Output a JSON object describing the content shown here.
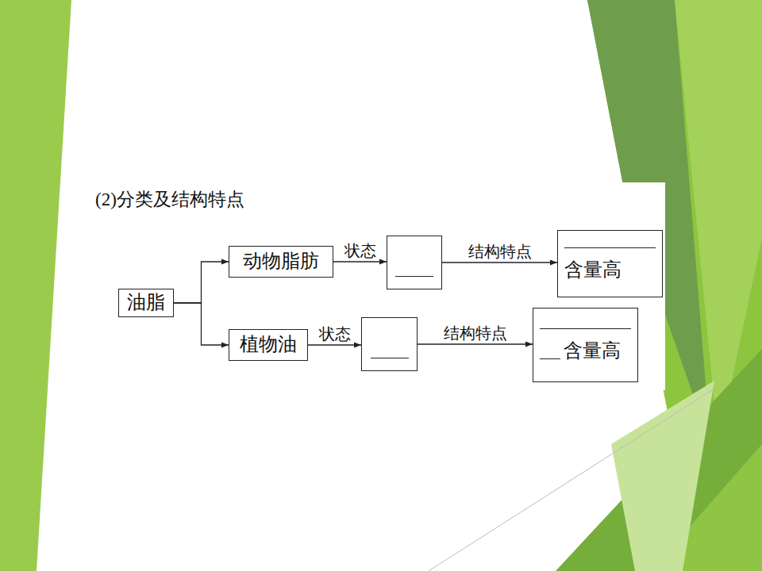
{
  "diagram": {
    "title": "(2)分类及结构特点",
    "nodes": [
      {
        "text": [
          "油脂"
        ]
      },
      {
        "text": [
          "动物脂肪"
        ]
      },
      {
        "text": []
      },
      {
        "text": [
          "含量高"
        ]
      },
      {
        "text": [
          "植物油"
        ]
      },
      {
        "text": []
      },
      {
        "text": [
          "含量高"
        ]
      }
    ],
    "edges": [
      {
        "from": 0,
        "to": 1,
        "arrow": "to"
      },
      {
        "from": 0,
        "to": 4,
        "arrow": "to"
      },
      {
        "from": 1,
        "to": 2,
        "label": "状态",
        "arrow": "to"
      },
      {
        "from": 2,
        "to": 3,
        "label": "结构特点",
        "arrow": "to"
      },
      {
        "from": 4,
        "to": 5,
        "label": "状态",
        "arrow": "to"
      },
      {
        "from": 5,
        "to": 6,
        "label": "结构特点",
        "arrow": "to"
      }
    ]
  }
}
